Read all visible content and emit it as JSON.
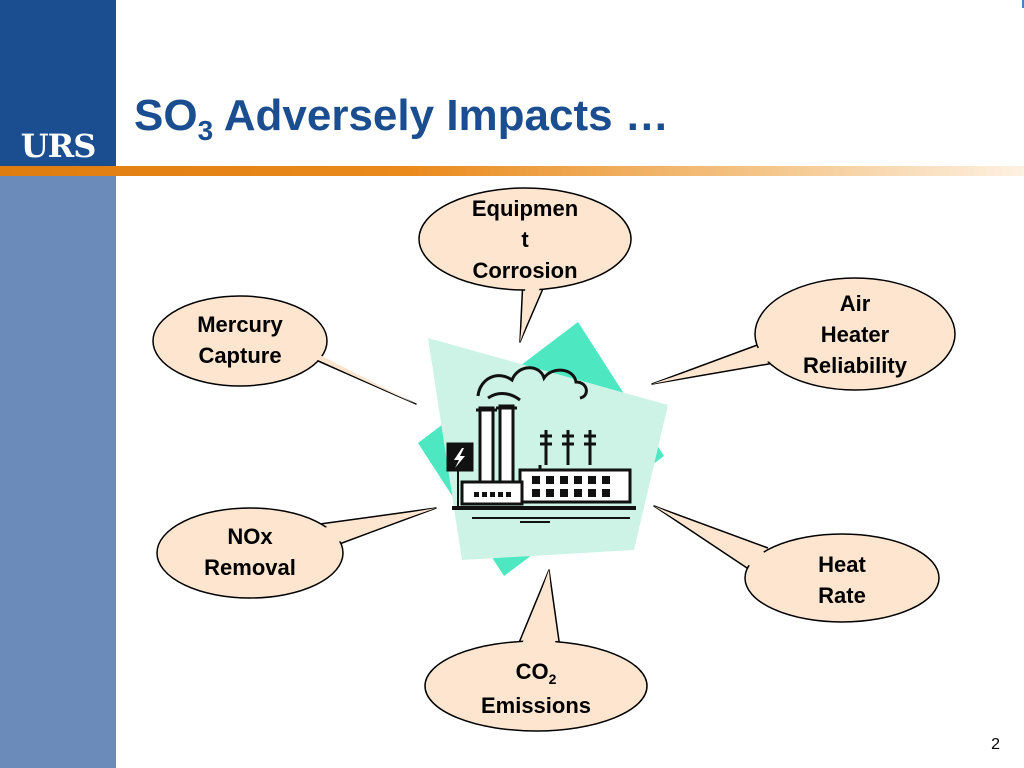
{
  "logo": {
    "text": "URS"
  },
  "title": {
    "prefix": "SO",
    "subscript": "3",
    "suffix": " Adversely Impacts …"
  },
  "bubbles": {
    "corrosion": {
      "line1": "Equipmen",
      "line2": "t",
      "line3": "Corrosion"
    },
    "mercury": {
      "line1": "Mercury",
      "line2": "Capture"
    },
    "air_heater": {
      "line1": "Air",
      "line2": "Heater",
      "line3": "Reliability"
    },
    "nox": {
      "line1": "NOx",
      "line2": "Removal"
    },
    "heat_rate": {
      "line1": "Heat",
      "line2": "Rate"
    },
    "co2": {
      "prefix": "CO",
      "subscript": "2",
      "line2": "Emissions"
    }
  },
  "page_number": "2",
  "colors": {
    "brand_blue": "#1b4e91",
    "sidebar_light": "#6b8cba",
    "accent_orange": "#e07d10",
    "bubble_fill": "#fde5cf",
    "diamond_teal": "#4de8c1",
    "diamond_light": "#ccf3e6"
  },
  "icons": {
    "center": "power-plant-icon"
  }
}
